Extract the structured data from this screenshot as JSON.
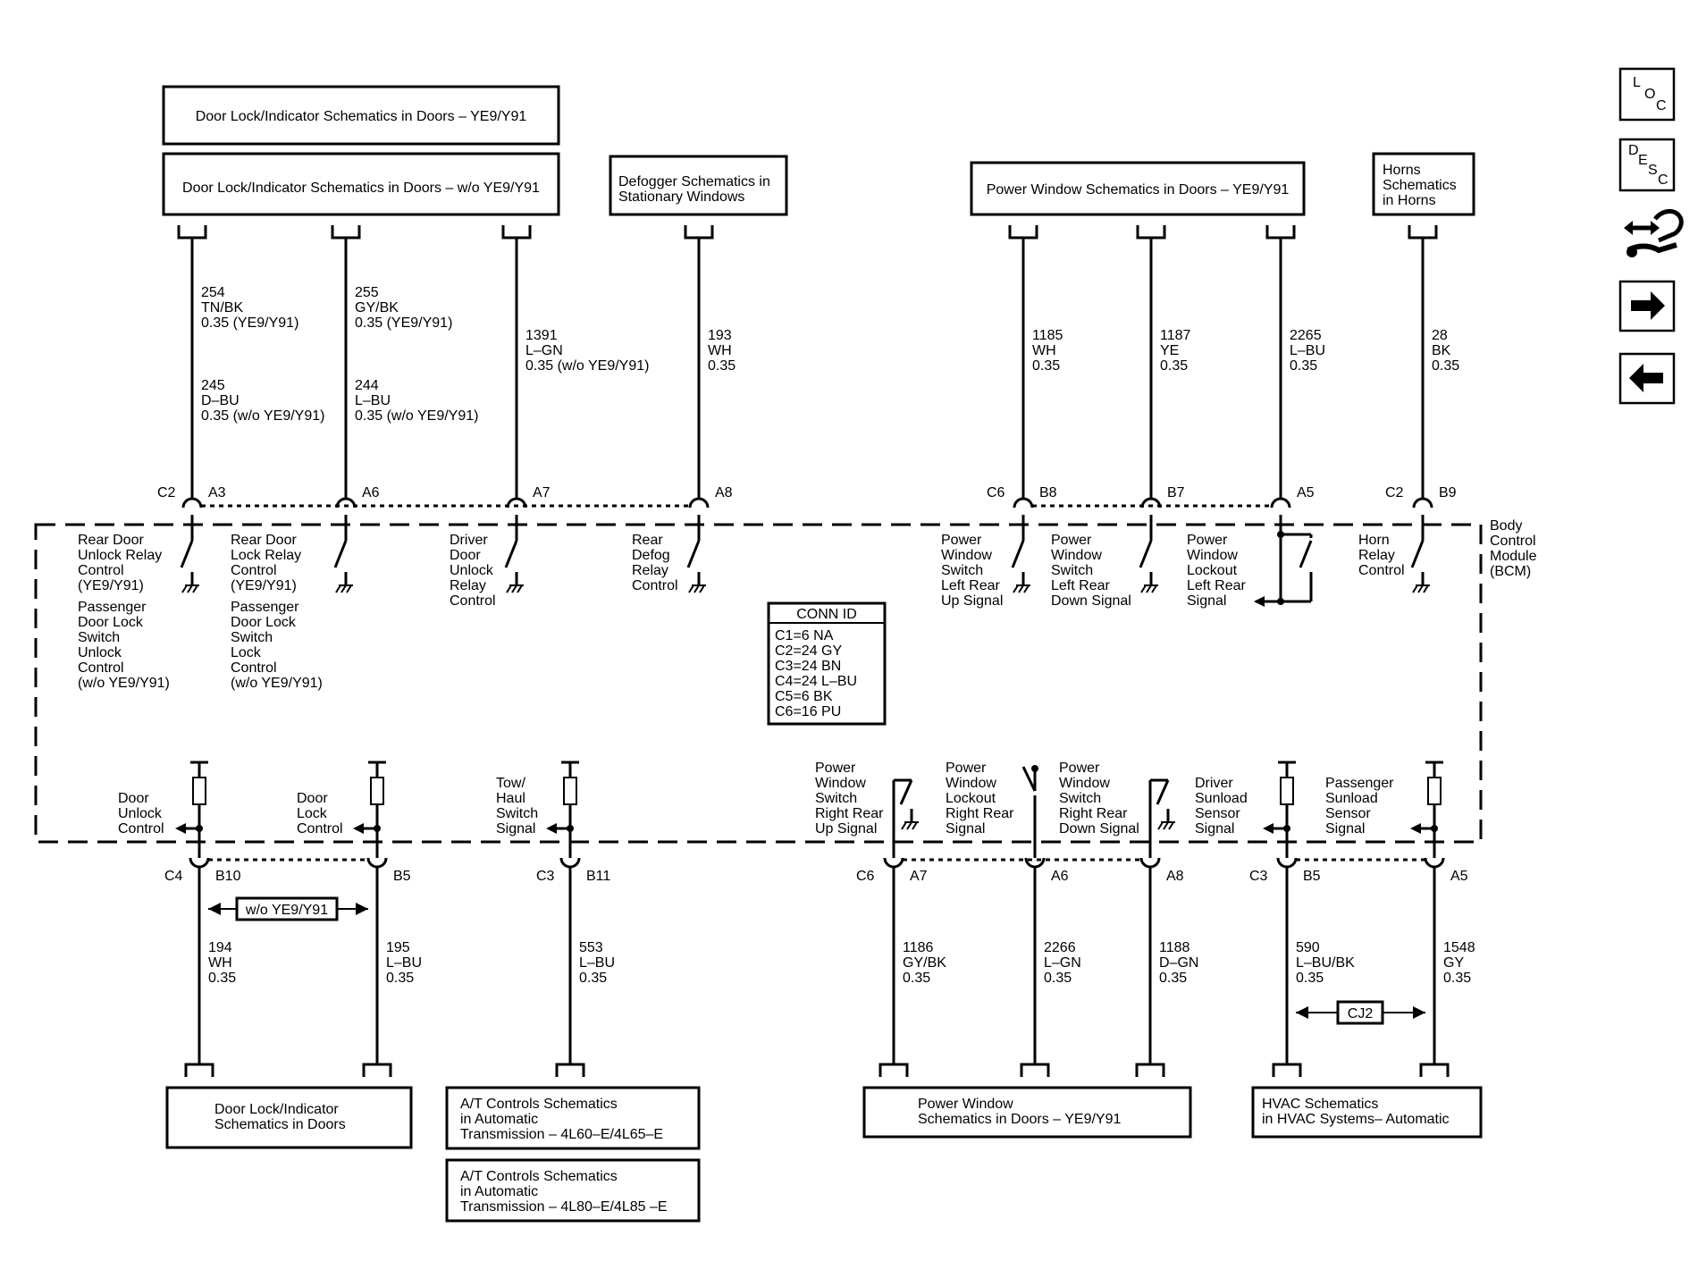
{
  "boxes_top": {
    "door_lock_ye9": "Door Lock/Indicator Schematics in Doors – YE9/Y91",
    "door_lock_wo": "Door Lock/Indicator Schematics in Doors – w/o YE9/Y91",
    "defogger": [
      "Defogger Schematics in",
      "Stationary Windows"
    ],
    "power_window": "Power Window Schematics in Doors – YE9/Y91",
    "horns": [
      "Horns",
      "Schematics",
      "in Horns"
    ]
  },
  "boxes_bottom": {
    "door_lock": [
      "Door Lock/Indicator",
      "Schematics in Doors"
    ],
    "at1": [
      "A/T Controls Schematics",
      "in Automatic",
      "Transmission – 4L60–E/4L65–E"
    ],
    "at2": [
      "A/T Controls Schematics",
      "in Automatic",
      "Transmission – 4L80–E/4L85 –E"
    ],
    "power_window": [
      "Power Window",
      "Schematics in Doors – YE9/Y91"
    ],
    "hvac": [
      "HVAC Schematics",
      "in HVAC Systems– Automatic"
    ]
  },
  "module": [
    "Body",
    "Control",
    "Module",
    "(BCM)"
  ],
  "conn_id": {
    "title": "CONN ID",
    "rows": [
      "C1=6 NA",
      "C2=24 GY",
      "C3=24 BN",
      "C4=24 L–BU",
      "C5=6 BK",
      "C6=16 PU"
    ]
  },
  "top_wires": {
    "w1": [
      "254",
      "TN/BK",
      "0.35 (YE9/Y91)"
    ],
    "w1b": [
      "245",
      "D–BU",
      "0.35 (w/o YE9/Y91)"
    ],
    "w2": [
      "255",
      "GY/BK",
      "0.35 (YE9/Y91)"
    ],
    "w2b": [
      "244",
      "L–BU",
      "0.35 (w/o YE9/Y91)"
    ],
    "w3": [
      "1391",
      "L–GN",
      "0.35 (w/o YE9/Y91)"
    ],
    "w4": [
      "193",
      "WH",
      "0.35"
    ],
    "w5": [
      "1185",
      "WH",
      "0.35"
    ],
    "w6": [
      "1187",
      "YE",
      "0.35"
    ],
    "w7": [
      "2265",
      "L–BU",
      "0.35"
    ],
    "w8": [
      "28",
      "BK",
      "0.35"
    ]
  },
  "top_pins": {
    "c2a": "C2",
    "a3": "A3",
    "a6": "A6",
    "a7": "A7",
    "a8": "A8",
    "c6": "C6",
    "b8": "B8",
    "b7": "B7",
    "a5": "A5",
    "c2b": "C2",
    "b9": "B9"
  },
  "top_labels": {
    "s1": [
      "Rear Door",
      "Unlock Relay",
      "Control",
      "(YE9/Y91)"
    ],
    "s1b": [
      "Passenger",
      "Door Lock",
      "Switch",
      "Unlock",
      "Control",
      "(w/o YE9/Y91)"
    ],
    "s2": [
      "Rear Door",
      "Lock Relay",
      "Control",
      "(YE9/Y91)"
    ],
    "s2b": [
      "Passenger",
      "Door Lock",
      "Switch",
      "Lock",
      "Control",
      "(w/o YE9/Y91)"
    ],
    "s3": [
      "Driver",
      "Door",
      "Unlock",
      "Relay",
      "Control"
    ],
    "s4": [
      "Rear",
      "Defog",
      "Relay",
      "Control"
    ],
    "s5": [
      "Power",
      "Window",
      "Switch",
      "Left Rear",
      "Up Signal"
    ],
    "s6": [
      "Power",
      "Window",
      "Switch",
      "Left Rear",
      "Down Signal"
    ],
    "s7": [
      "Power",
      "Window",
      "Lockout",
      "Left Rear",
      "Signal"
    ],
    "s8": [
      "Horn",
      "Relay",
      "Control"
    ]
  },
  "bottom_labels": {
    "l1": [
      "Door",
      "Unlock",
      "Control"
    ],
    "l2": [
      "Door",
      "Lock",
      "Control"
    ],
    "l3": [
      "Tow/",
      "Haul",
      "Switch",
      "Signal"
    ],
    "l4": [
      "Power",
      "Window",
      "Switch",
      "Right Rear",
      "Up Signal"
    ],
    "l5": [
      "Power",
      "Window",
      "Lockout",
      "Right Rear",
      "Signal"
    ],
    "l6": [
      "Power",
      "Window",
      "Switch",
      "Right Rear",
      "Down Signal"
    ],
    "l7": [
      "Driver",
      "Sunload",
      "Sensor",
      "Signal"
    ],
    "l8": [
      "Passenger",
      "Sunload",
      "Sensor",
      "Signal"
    ]
  },
  "bottom_pins": {
    "c4": "C4",
    "b10": "B10",
    "b5a": "B5",
    "c3a": "C3",
    "b11": "B11",
    "c6": "C6",
    "a7": "A7",
    "a6": "A6",
    "a8": "A8",
    "c3b": "C3",
    "b5b": "B5",
    "a5": "A5"
  },
  "bottom_wires": {
    "w1": [
      "194",
      "WH",
      "0.35"
    ],
    "w2": [
      "195",
      "L–BU",
      "0.35"
    ],
    "w3": [
      "553",
      "L–BU",
      "0.35"
    ],
    "w4": [
      "1186",
      "GY/BK",
      "0.35"
    ],
    "w5": [
      "2266",
      "L–GN",
      "0.35"
    ],
    "w6": [
      "1188",
      "D–GN",
      "0.35"
    ],
    "w7": [
      "590",
      "L–BU/BK",
      "0.35"
    ],
    "w8": [
      "1548",
      "GY",
      "0.35"
    ]
  },
  "option_tags": {
    "wo": "w/o YE9/Y91",
    "cj2": "CJ2"
  },
  "nav": {
    "loc": [
      "L",
      "O",
      "C"
    ],
    "desc": [
      "D",
      "E",
      "S",
      "C"
    ],
    "icons": [
      "connector-tool-icon",
      "arrow-right-icon",
      "arrow-left-icon"
    ]
  }
}
